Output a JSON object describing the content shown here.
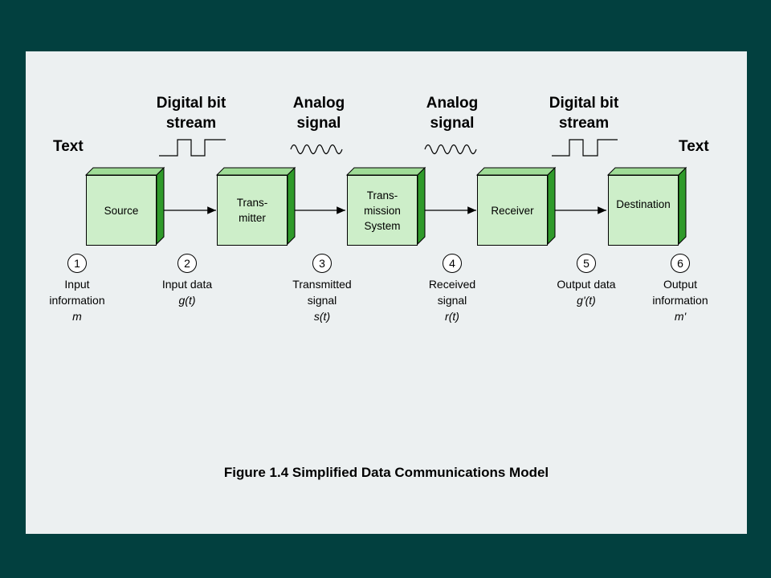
{
  "top_labels": {
    "text_left": "Text",
    "digital_left": "Digital bit\nstream",
    "analog_left": "Analog\nsignal",
    "analog_right": "Analog\nsignal",
    "digital_right": "Digital bit\nstream",
    "text_right": "Text"
  },
  "boxes": [
    {
      "label": "Source"
    },
    {
      "label": "Trans-\nmitter"
    },
    {
      "label": "Trans-\nmission\nSystem"
    },
    {
      "label": "Receiver"
    },
    {
      "label": "Destination"
    }
  ],
  "stages": [
    {
      "num": "1",
      "line1": "Input",
      "line2": "information",
      "symbol": "m"
    },
    {
      "num": "2",
      "line1": "Input data",
      "line2": "g(t)",
      "symbol": ""
    },
    {
      "num": "3",
      "line1": "Transmitted",
      "line2": "signal",
      "symbol": "s(t)"
    },
    {
      "num": "4",
      "line1": "Received",
      "line2": "signal",
      "symbol": "r(t)"
    },
    {
      "num": "5",
      "line1": "Output data",
      "line2": "g'(t)",
      "symbol": ""
    },
    {
      "num": "6",
      "line1": "Output",
      "line2": "information",
      "symbol": "m'"
    }
  ],
  "caption": "Figure 1.4  Simplified Data Communications Model",
  "colors": {
    "background": "#02403f",
    "slide": "#ecf0f1",
    "box_face": "#cdeec9",
    "box_top": "#9fdc97",
    "box_side": "#2f9a2a"
  }
}
